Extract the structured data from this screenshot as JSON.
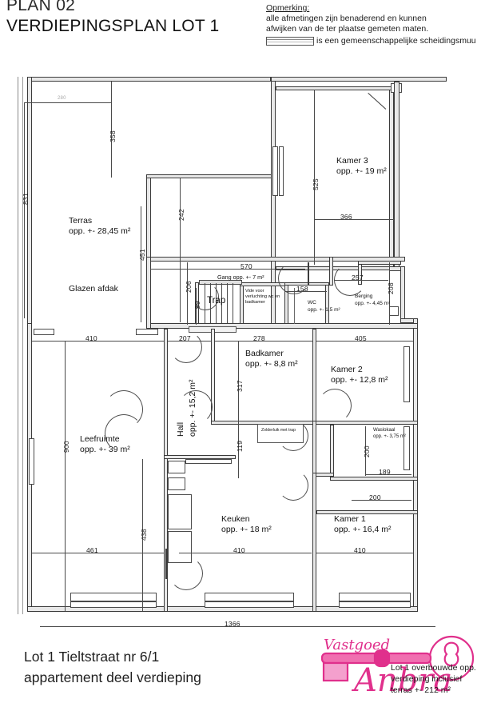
{
  "header": {
    "plan_number": "PLAN 02",
    "plan_subtitle": "VERDIEPINGSPLAN LOT 1",
    "note_title": "Opmerking:",
    "note_line1": "alle afmetingen zijn benaderend en kunnen",
    "note_line2": "afwijken van de ter plaatse gemeten maten.",
    "legend_text": "is een gemeenschappelijke scheidingsmuu",
    "legend_icon": "shared-wall-hatch-icon"
  },
  "footer": {
    "line1": "Lot 1 Tieltstraat nr 6/1",
    "line2": "appartement deel verdieping"
  },
  "logo": {
    "brand_top": "Vastgoed",
    "brand_main": "Anbra",
    "key_icon": "key-icon",
    "accent_color": "#e0308c",
    "caption_line1": "Lot 1 overbouwde opp.",
    "caption_line2": "verdieping inclusief",
    "caption_line3": "terras +- 212 m²"
  },
  "rooms": [
    {
      "id": "terras",
      "name": "Terras",
      "area": "opp. +- 28,45 m²"
    },
    {
      "id": "glazen",
      "name": "Glazen afdak",
      "area": ""
    },
    {
      "id": "kamer3",
      "name": "Kamer 3",
      "area": "opp. +- 19 m²"
    },
    {
      "id": "gang",
      "name": "Gang",
      "area": "opp. +- 7 m²"
    },
    {
      "id": "trap",
      "name": "Trap",
      "area": ""
    },
    {
      "id": "vide",
      "name": "Vide voor verluchting wc en badkamer",
      "area": ""
    },
    {
      "id": "wc",
      "name": "WC",
      "area": "opp. +- 1,5 m²"
    },
    {
      "id": "berging",
      "name": "Berging",
      "area": "opp. +- 4,45 m²"
    },
    {
      "id": "hall",
      "name": "Hall",
      "area": "opp. +- 15,2 m²"
    },
    {
      "id": "badkamer",
      "name": "Badkamer",
      "area": "opp. +- 8,8 m²"
    },
    {
      "id": "kamer2",
      "name": "Kamer 2",
      "area": "opp. +- 12,8 m²"
    },
    {
      "id": "waslokaal",
      "name": "Waslokaal",
      "area": "opp. +- 3,75 m²"
    },
    {
      "id": "leefruimte",
      "name": "Leefruimte",
      "area": "opp. +- 39 m²"
    },
    {
      "id": "keuken",
      "name": "Keuken",
      "area": "opp. +- 18 m²"
    },
    {
      "id": "kamer1",
      "name": "Kamer 1",
      "area": "opp. +- 16,4 m²"
    }
  ],
  "annotations": {
    "zolderluik": "Zolderluik met trap"
  },
  "dimensions": {
    "top_small": "280",
    "d358": "358",
    "d831": "831",
    "d242": "242",
    "d451": "451",
    "d525": "525",
    "d366": "366",
    "d570": "570",
    "d206": "206",
    "d99": "99",
    "d158": "158",
    "d257": "257",
    "d208": "208",
    "d410_top": "410",
    "d207": "207",
    "d278": "278",
    "d405": "405",
    "d317": "317",
    "d119": "119",
    "d152h": "15,2 m²",
    "d200v": "200",
    "d189": "189",
    "d200b": "200",
    "d900": "900",
    "d438": "438",
    "d461": "461",
    "d410_mid": "410",
    "d410_right": "410",
    "d1366": "1366"
  }
}
